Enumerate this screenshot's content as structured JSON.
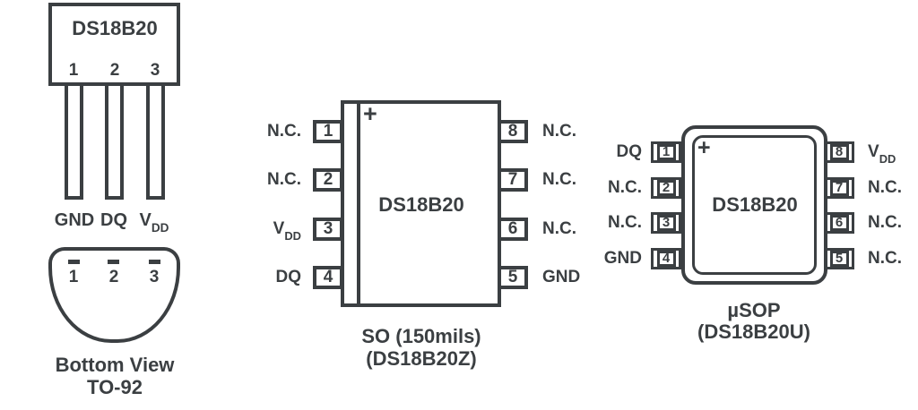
{
  "colors": {
    "ink": "#3b3f42",
    "background": "#ffffff"
  },
  "to92": {
    "chip_label": "DS18B20",
    "front_pin_numbers": [
      "1",
      "2",
      "3"
    ],
    "leg_labels": [
      {
        "text": "GND",
        "sub": ""
      },
      {
        "text": "DQ",
        "sub": ""
      },
      {
        "text": "V",
        "sub": "DD"
      }
    ],
    "bottom_pin_numbers": [
      "1",
      "2",
      "3"
    ],
    "caption_line1": "Bottom View",
    "caption_line2": "TO-92"
  },
  "so": {
    "chip_label": "DS18B20",
    "polarity_mark": "+",
    "left_pins": [
      {
        "number": "1",
        "label": {
          "text": "N.C.",
          "sub": ""
        }
      },
      {
        "number": "2",
        "label": {
          "text": "N.C.",
          "sub": ""
        }
      },
      {
        "number": "3",
        "label": {
          "text": "V",
          "sub": "DD"
        }
      },
      {
        "number": "4",
        "label": {
          "text": "DQ",
          "sub": ""
        }
      }
    ],
    "right_pins": [
      {
        "number": "8",
        "label": {
          "text": "N.C.",
          "sub": ""
        }
      },
      {
        "number": "7",
        "label": {
          "text": "N.C.",
          "sub": ""
        }
      },
      {
        "number": "6",
        "label": {
          "text": "N.C.",
          "sub": ""
        }
      },
      {
        "number": "5",
        "label": {
          "text": "GND",
          "sub": ""
        }
      }
    ],
    "caption_line1": "SO (150mils)",
    "caption_line2": "(DS18B20Z)"
  },
  "usop": {
    "chip_label": "DS18B20",
    "polarity_mark": "+",
    "left_pins": [
      {
        "number": "1",
        "label": {
          "text": "DQ",
          "sub": ""
        }
      },
      {
        "number": "2",
        "label": {
          "text": "N.C.",
          "sub": ""
        }
      },
      {
        "number": "3",
        "label": {
          "text": "N.C.",
          "sub": ""
        }
      },
      {
        "number": "4",
        "label": {
          "text": "GND",
          "sub": ""
        }
      }
    ],
    "right_pins": [
      {
        "number": "8",
        "label": {
          "text": "V",
          "sub": "DD"
        }
      },
      {
        "number": "7",
        "label": {
          "text": "N.C.",
          "sub": ""
        }
      },
      {
        "number": "6",
        "label": {
          "text": "N.C.",
          "sub": ""
        }
      },
      {
        "number": "5",
        "label": {
          "text": "N.C.",
          "sub": ""
        }
      }
    ],
    "caption_line1": "µSOP",
    "caption_line2": "(DS18B20U)"
  }
}
